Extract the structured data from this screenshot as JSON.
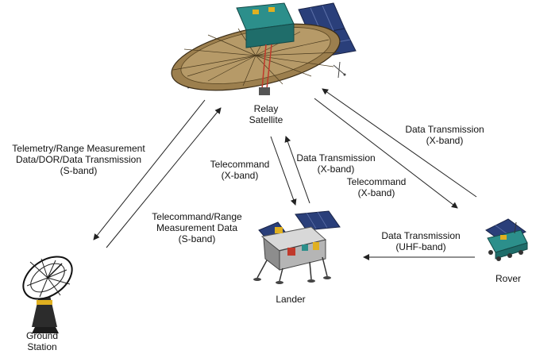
{
  "nodes": {
    "relay_satellite": "Relay\nSatellite",
    "lander": "Lander",
    "rover": "Rover",
    "ground_station": "Ground\nStation"
  },
  "links": {
    "ground_telemetry": "Telemetry/Range Measurement\nData/DOR/Data Transmission\n(S-band)",
    "ground_telecommand": "Telecommand/Range\nMeasurement Data\n(S-band)",
    "sat_to_lander": "Telecommand\n(X-band)",
    "lander_to_sat": "Data Transmission\n(X-band)",
    "sat_to_rover": "Telecommand\n(X-band)",
    "rover_to_sat": "Data Transmission\n(X-band)",
    "rover_to_lander": "Data Transmission\n(UHF-band)"
  },
  "colors": {
    "arrow": "#222222",
    "dish_accent": "#e0b020",
    "panel_blue": "#2a3f7a",
    "hull_teal": "#2c8f8b",
    "antenna_gold": "#9c7f4e"
  }
}
